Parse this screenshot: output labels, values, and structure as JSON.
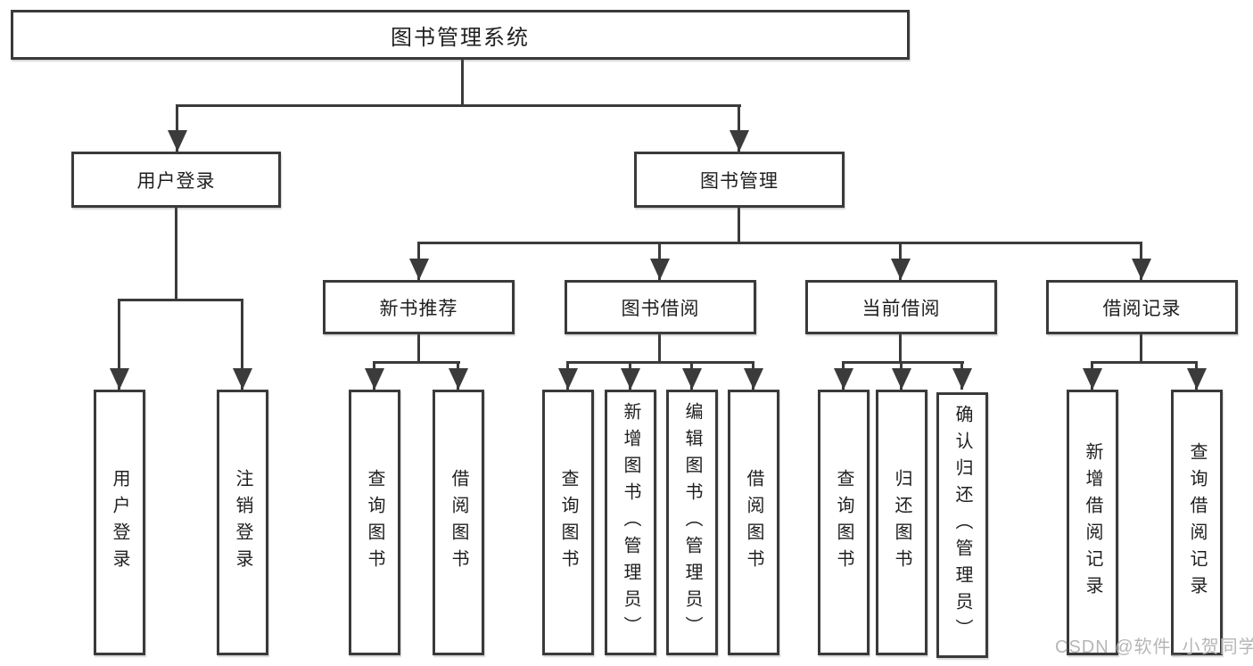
{
  "title": "图书管理系统",
  "level2": [
    "用户登录",
    "图书管理"
  ],
  "level3": [
    "新书推荐",
    "图书借阅",
    "当前借阅",
    "借阅记录"
  ],
  "leaves": {
    "login": [
      "用户登录",
      "注销登录"
    ],
    "recommend": [
      "查询图书",
      "借阅图书"
    ],
    "borrow": [
      "查询图书",
      "新增图书（管理员）",
      "编辑图书（管理员）",
      "借阅图书"
    ],
    "current": [
      "查询图书",
      "归还图书",
      "确认归还（管理员）"
    ],
    "records": [
      "新增借阅记录",
      "查询借阅记录"
    ]
  },
  "watermark": "CSDN @软件_小贺同学",
  "colors": {
    "line": "#3b3b3b",
    "box_border": "#3a3a3a",
    "text": "#1f1f1f",
    "background": "#ffffff",
    "watermark": "#b6b6b6"
  }
}
